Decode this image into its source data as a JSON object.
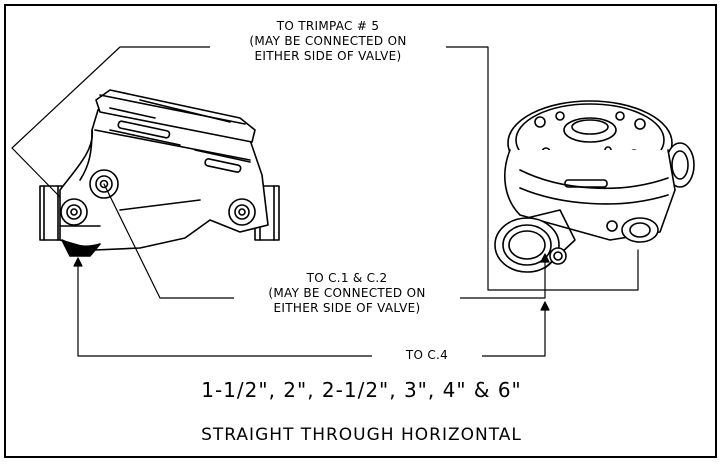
{
  "labels": {
    "trimpac": [
      "TO TRIMPAC # 5",
      "(MAY BE CONNECTED ON",
      "EITHER SIDE OF VALVE)"
    ],
    "c1c2": [
      "TO C.1 & C.2",
      "(MAY BE CONNECTED ON",
      "EITHER SIDE OF VALVE)"
    ],
    "c4": "TO C.4"
  },
  "captions": {
    "sizes": "1-1/2\", 2\", 2-1/2\",  3\", 4\" & 6\"",
    "orientation": "STRAIGHT THROUGH HORIZONTAL"
  },
  "colors": {
    "line": "#000000",
    "background": "#ffffff"
  }
}
